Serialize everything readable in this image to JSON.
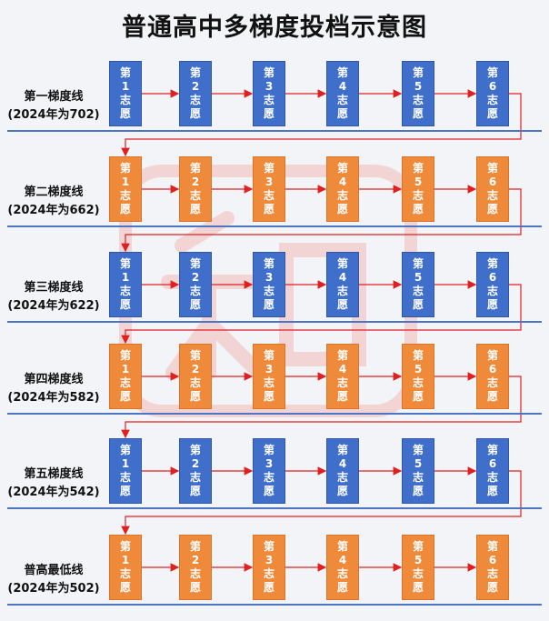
{
  "title": "普通高中多梯度投档示意图",
  "box_text": {
    "top": "第",
    "bottom1": "志",
    "bottom2": "愿"
  },
  "colors": {
    "blue": "#3f6fca",
    "orange": "#ef8a3a",
    "arrow": "#e02020",
    "line": "#4c75c4"
  },
  "rows": [
    {
      "name": "第一梯度线",
      "sub": "(2024年为702)",
      "color": "blue",
      "choices": [
        "1",
        "2",
        "3",
        "4",
        "5",
        "6"
      ]
    },
    {
      "name": "第二梯度线",
      "sub": "(2024年为662)",
      "color": "orange",
      "choices": [
        "1",
        "2",
        "3",
        "4",
        "5",
        "6"
      ]
    },
    {
      "name": "第三梯度线",
      "sub": "(2024年为622)",
      "color": "blue",
      "choices": [
        "1",
        "2",
        "3",
        "4",
        "5",
        "6"
      ]
    },
    {
      "name": "第四梯度线",
      "sub": "(2024年为582)",
      "color": "orange",
      "choices": [
        "1",
        "2",
        "3",
        "4",
        "5",
        "6"
      ]
    },
    {
      "name": "第五梯度线",
      "sub": "(2024年为542)",
      "color": "blue",
      "choices": [
        "1",
        "2",
        "3",
        "4",
        "5",
        "6"
      ]
    },
    {
      "name": "普高最低线",
      "sub": "(2024年为502)",
      "color": "orange",
      "choices": [
        "1",
        "2",
        "3",
        "4",
        "5",
        "6"
      ]
    }
  ],
  "watermark": "zhihu-logo-watermark"
}
